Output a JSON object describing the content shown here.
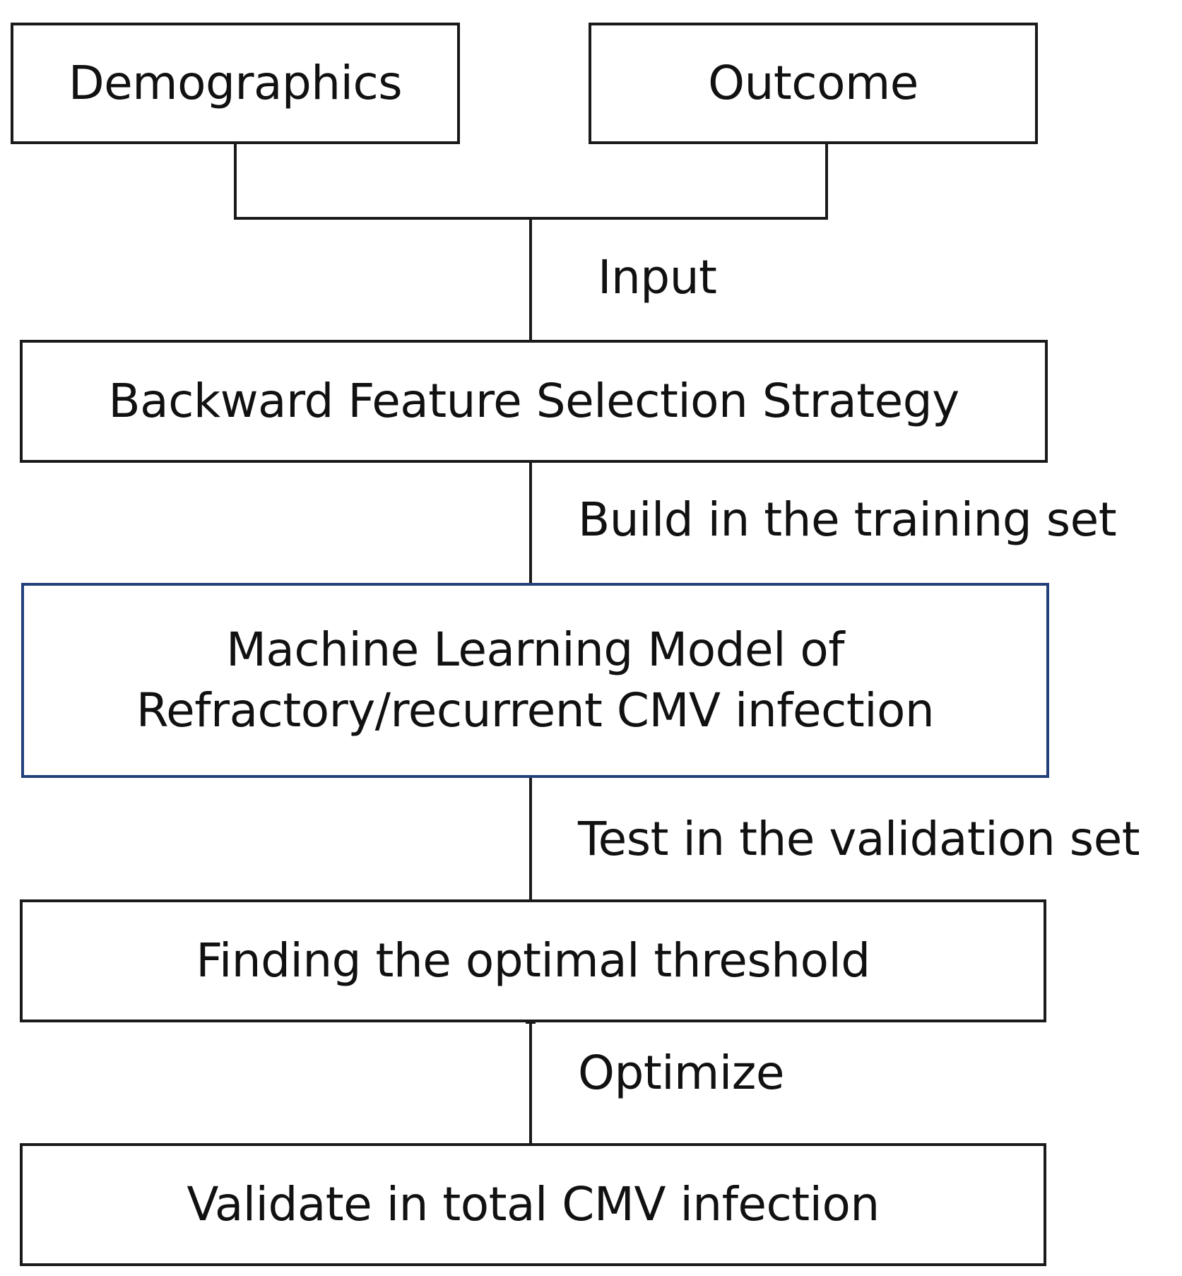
{
  "nodes": {
    "demographics": "Demographics",
    "outcome": "Outcome",
    "feature_selection": "Backward Feature Selection Strategy",
    "ml_model": {
      "line1": "Machine Learning Model of",
      "line2": "Refractory/recurrent CMV infection"
    },
    "threshold": "Finding the optimal threshold",
    "validate": "Validate in total CMV infection"
  },
  "edges": {
    "input": "Input",
    "build": "Build in the training set",
    "test": "Test in the validation set",
    "optimize": "Optimize"
  },
  "colors": {
    "border": "#1a1a1a",
    "highlight_border": "#23407a"
  }
}
